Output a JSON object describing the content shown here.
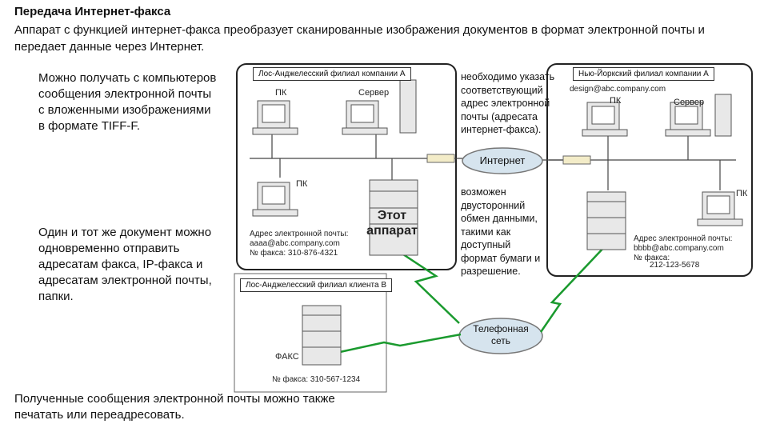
{
  "header": {
    "title": "Передача Интернет-факса",
    "intro": "Аппарат с функцией интернет-факса преобразует сканированные изображения документов в формат электронной почты и передает данные через Интернет."
  },
  "side_text": {
    "receive": "Можно получать с компьютеров сообщения электронной почты с вложенными изображениями в формате TIFF-F.",
    "send": "Один и тот же документ можно одновременно отправить адресатам факса, IP-факса и адресатам электронной почты, папки.",
    "print": "Полученные сообщения электронной почты можно также печатать или переадресовать."
  },
  "notes": {
    "address": "необходимо указать соответствующий адрес электронной почты (адресата интернет-факса).",
    "duplex": "возможен двусторонний обмен данными, такими как доступный формат бумаги и разрешение."
  },
  "branch_a": {
    "label": "Лос-Анджелесский филиал компании А",
    "pc1": "ПК",
    "server": "Сервер",
    "pc2": "ПК",
    "apparatus": "Этот аппарат",
    "address_line": "Адрес электронной почты:",
    "email": "aaaa@abc.company.com",
    "fax_line": "№ факса: 310-876-4321"
  },
  "branch_ny": {
    "label": "Нью-Йоркский филиал компании А",
    "email_top": "design@abc.company.com",
    "pc1": "ПК",
    "server": "Сервер",
    "pc2": "ПК",
    "address_line": "Адрес электронной почты:",
    "email": "bbbb@abc.company.com",
    "fax_line": "№ факса:",
    "fax": "212-123-5678"
  },
  "branch_b": {
    "label": "Лос-Анджелесский филиал клиента В",
    "fax_label": "ФАКС",
    "fax_line": "№ факса: 310-567-1234"
  },
  "clouds": {
    "internet": "Интернет",
    "phone": "Телефонная сеть"
  },
  "colors": {
    "line_green": "#1a9a2e",
    "ellipse_fill": "#d6e4ee",
    "device_fill": "#e8e8e8",
    "connector_fill": "#f3ecc8"
  }
}
